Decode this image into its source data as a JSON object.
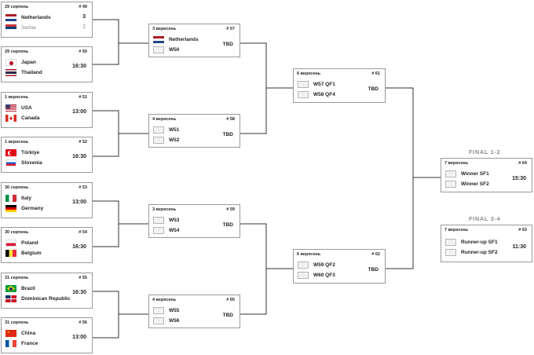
{
  "colors": {
    "line": "#333333",
    "border": "#9a9a9a",
    "muted": "#8c8c8c"
  },
  "round_of_16": [
    {
      "id": "m49",
      "date": "29 серпень",
      "num": "# 49",
      "teams": [
        {
          "name": "Netherlands",
          "flag": "nl-flag",
          "score": "3"
        },
        {
          "name": "Serbia",
          "flag": "rs-flag",
          "score": "2"
        }
      ]
    },
    {
      "id": "m50",
      "date": "29 серпень",
      "num": "# 50",
      "time": "16:30",
      "teams": [
        {
          "name": "Japan",
          "flag": "jp-flag"
        },
        {
          "name": "Thailand",
          "flag": "th-flag"
        }
      ]
    },
    {
      "id": "m51",
      "date": "1 вересень",
      "num": "# 51",
      "time": "13:00",
      "teams": [
        {
          "name": "USA",
          "flag": "us-flag"
        },
        {
          "name": "Canada",
          "flag": "ca-flag"
        }
      ]
    },
    {
      "id": "m52",
      "date": "1 вересень",
      "num": "# 52",
      "time": "16:30",
      "teams": [
        {
          "name": "Türkiye",
          "flag": "tr-flag"
        },
        {
          "name": "Slovenia",
          "flag": "si-flag"
        }
      ]
    },
    {
      "id": "m53",
      "date": "30 серпень",
      "num": "# 53",
      "time": "13:00",
      "teams": [
        {
          "name": "Italy",
          "flag": "it-flag"
        },
        {
          "name": "Germany",
          "flag": "de-flag"
        }
      ]
    },
    {
      "id": "m54",
      "date": "30 серпень",
      "num": "# 54",
      "time": "16:30",
      "teams": [
        {
          "name": "Poland",
          "flag": "pl-flag"
        },
        {
          "name": "Belgium",
          "flag": "be-flag"
        }
      ]
    },
    {
      "id": "m55",
      "date": "31 серпень",
      "num": "# 55",
      "time": "16:30",
      "teams": [
        {
          "name": "Brazil",
          "flag": "br-flag"
        },
        {
          "name": "Dominican Republic",
          "flag": "do-flag"
        }
      ]
    },
    {
      "id": "m56",
      "date": "31 серпень",
      "num": "# 56",
      "time": "13:00",
      "teams": [
        {
          "name": "China",
          "flag": "cn-flag"
        },
        {
          "name": "France",
          "flag": "fr-flag"
        }
      ]
    }
  ],
  "quarter_finals": [
    {
      "id": "m57",
      "date": "3 вересень",
      "num": "# 57",
      "time": "TBD",
      "teams": [
        {
          "name": "Netherlands",
          "flag": "nl-flag"
        },
        {
          "name": "W50",
          "flag": "placeholder-shield-icon"
        }
      ]
    },
    {
      "id": "m58",
      "date": "4 вересень",
      "num": "# 58",
      "time": "TBD",
      "teams": [
        {
          "name": "W51",
          "flag": "placeholder-shield-icon"
        },
        {
          "name": "W52",
          "flag": "placeholder-shield-icon"
        }
      ]
    },
    {
      "id": "m59",
      "date": "3 вересень",
      "num": "# 59",
      "time": "TBD",
      "teams": [
        {
          "name": "W53",
          "flag": "placeholder-shield-icon"
        },
        {
          "name": "W54",
          "flag": "placeholder-shield-icon"
        }
      ]
    },
    {
      "id": "m60",
      "date": "4 вересень",
      "num": "# 60",
      "time": "TBD",
      "teams": [
        {
          "name": "W55",
          "flag": "placeholder-shield-icon"
        },
        {
          "name": "W56",
          "flag": "placeholder-shield-icon"
        }
      ]
    }
  ],
  "semi_finals": [
    {
      "id": "m61",
      "date": "6 вересень",
      "num": "# 61",
      "time": "TBD",
      "teams": [
        {
          "name": "W57 QF1",
          "flag": "placeholder-shield-icon"
        },
        {
          "name": "W58 QF4",
          "flag": "placeholder-shield-icon"
        }
      ]
    },
    {
      "id": "m62",
      "date": "6 вересень",
      "num": "# 62",
      "time": "TBD",
      "teams": [
        {
          "name": "W59 QF2",
          "flag": "placeholder-shield-icon"
        },
        {
          "name": "W60 QF3",
          "flag": "placeholder-shield-icon"
        }
      ]
    }
  ],
  "finals": [
    {
      "id": "m64",
      "label": "FINAL 1-2",
      "date": "7 вересень",
      "num": "# 64",
      "time": "15:30",
      "teams": [
        {
          "name": "Winner SF1",
          "flag": "placeholder-shield-icon"
        },
        {
          "name": "Winner SF2",
          "flag": "placeholder-shield-icon"
        }
      ]
    },
    {
      "id": "m63",
      "label": "FINAL 3-4",
      "date": "7 вересень",
      "num": "# 63",
      "time": "11:30",
      "teams": [
        {
          "name": "Runner-up SF1",
          "flag": "placeholder-shield-icon"
        },
        {
          "name": "Runner-up SF2",
          "flag": "placeholder-shield-icon"
        }
      ]
    }
  ]
}
